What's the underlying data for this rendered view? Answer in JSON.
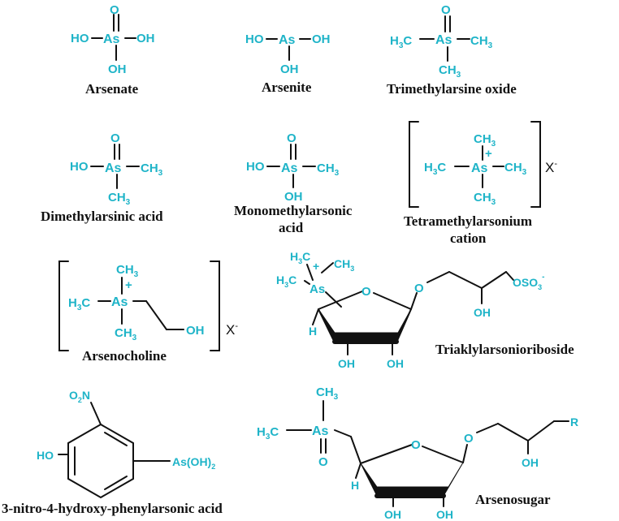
{
  "colors": {
    "atom": "#1FB4C8",
    "bond": "#111111",
    "label": "#111111",
    "background": "#ffffff"
  },
  "compounds": {
    "arsenate": "Arsenate",
    "arsenite": "Arsenite",
    "tmao": "Trimethylarsine oxide",
    "dma": "Dimethylarsinic acid",
    "mma_l1": "Monomethylarsonic",
    "mma_l2": "acid",
    "tetra_l1": "Tetramethylarsonium",
    "tetra_l2": "cation",
    "arsenocholine": "Arsenocholine",
    "triaklyl": "Triaklylarsonioriboside",
    "nitro": "3-nitro-4-hydroxy-phenylarsonic acid",
    "arsenosugar": "Arsenosugar"
  },
  "atoms": {
    "as": "As",
    "oh": "OH",
    "ho": "HO",
    "o": "O",
    "h": "H",
    "r": "R",
    "ch3": "CH",
    "h3c": "H",
    "sub3": "3",
    "c": "C",
    "plus": "+",
    "x": "X",
    "minus": "-",
    "no2_n": "N",
    "asoh2": "As(OH)",
    "sub2": "2",
    "oso": "OSO"
  }
}
